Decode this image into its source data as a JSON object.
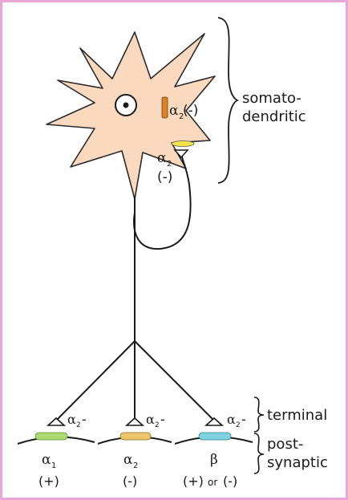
{
  "labels": {
    "somato_line1": "somato-",
    "somato_line2": "dendritic",
    "alpha": "α",
    "sub2": "2",
    "sub1": "1",
    "minus_paren": "(-)",
    "minus_dash": "-",
    "terminal": "terminal",
    "post_line1": "post-",
    "post_line2": "synaptic",
    "beta": "β",
    "plus_paren": "(+)",
    "or": "or"
  },
  "colors": {
    "soma_fill": "#fbd9bf",
    "receptor_orange": "#d9822b",
    "receptor_yellow": "#f0e44a",
    "receptor_green": "#a9d96f",
    "receptor_gold": "#eec56a",
    "receptor_cyan": "#7fd3e0",
    "border_pink": "#e7a8d8",
    "line": "#1a1a1a"
  }
}
